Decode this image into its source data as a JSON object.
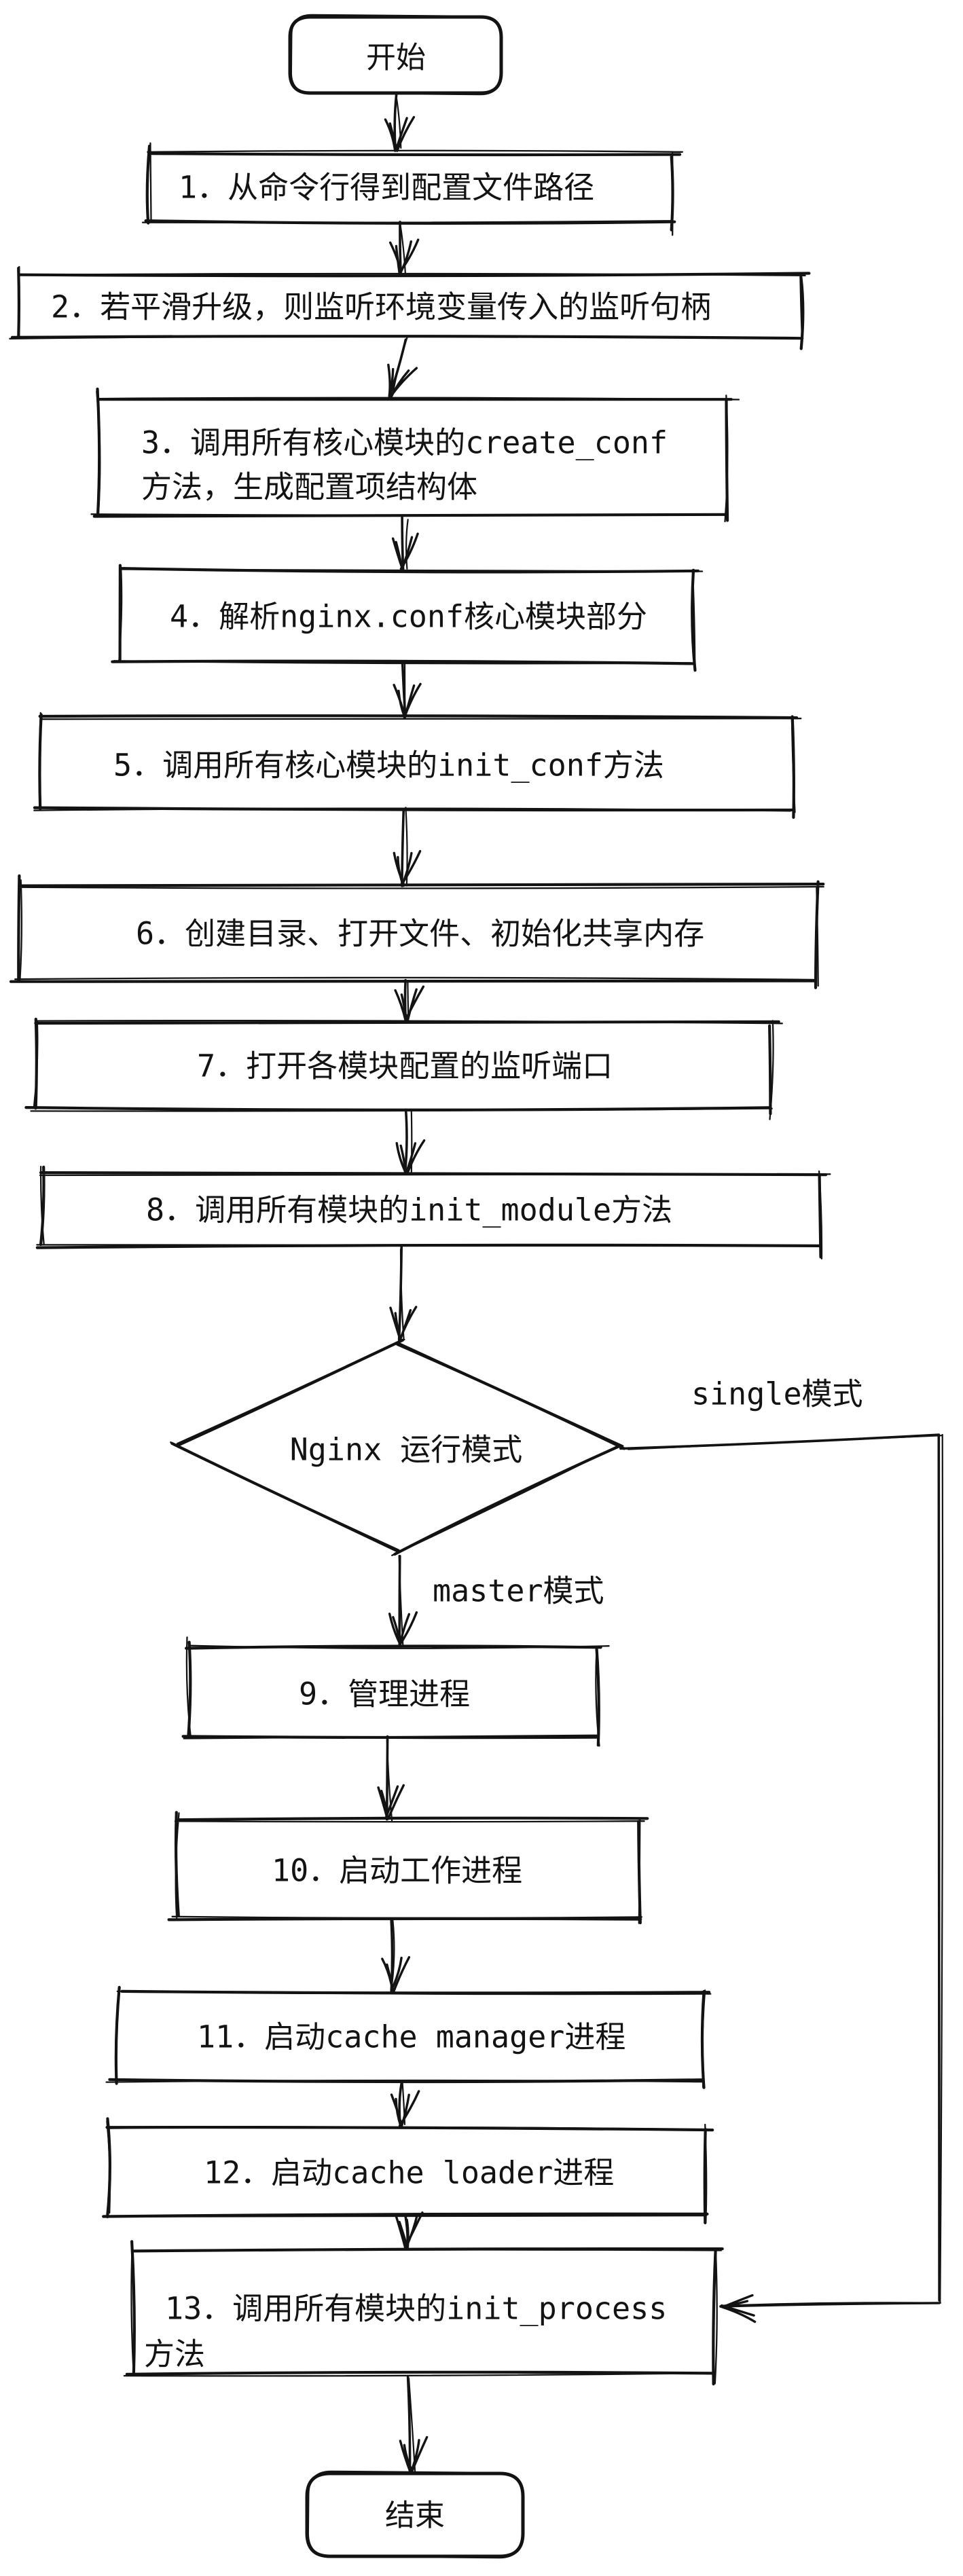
{
  "colors": {
    "stroke": "#131313",
    "box_fill": "#ffffff",
    "terminal_fill": "#d4d5d9",
    "terminal_shadow": "#c2c6d0",
    "text": "#131313",
    "background": "#ffffff"
  },
  "nodes": {
    "start": {
      "label": "开始",
      "type": "terminal"
    },
    "step1": {
      "label": "1．从命令行得到配置文件路径"
    },
    "step2": {
      "label": "2．若平滑升级，则监听环境变量传入的监听句柄"
    },
    "step3": {
      "lines": [
        "3．调用所有核心模块的create_conf",
        "方法，生成配置项结构体"
      ]
    },
    "step4": {
      "label": "4．解析nginx.conf核心模块部分"
    },
    "step5": {
      "label": "5．调用所有核心模块的init_conf方法"
    },
    "step6": {
      "label": "6．创建目录、打开文件、初始化共享内存"
    },
    "step7": {
      "label": "7．打开各模块配置的监听端口"
    },
    "step8": {
      "label": "8．调用所有模块的init_module方法"
    },
    "decision": {
      "label": "Nginx 运行模式",
      "type": "decision"
    },
    "step9": {
      "label": "9．管理进程"
    },
    "step10": {
      "label": "10．启动工作进程"
    },
    "step11": {
      "label": "11．启动cache manager进程"
    },
    "step12": {
      "label": "12．启动cache loader进程"
    },
    "step13": {
      "lines": [
        "13．调用所有模块的init_process",
        "方法"
      ]
    },
    "end": {
      "label": "结束",
      "type": "terminal"
    }
  },
  "edge_labels": {
    "single": "single模式",
    "master": "master模式"
  }
}
